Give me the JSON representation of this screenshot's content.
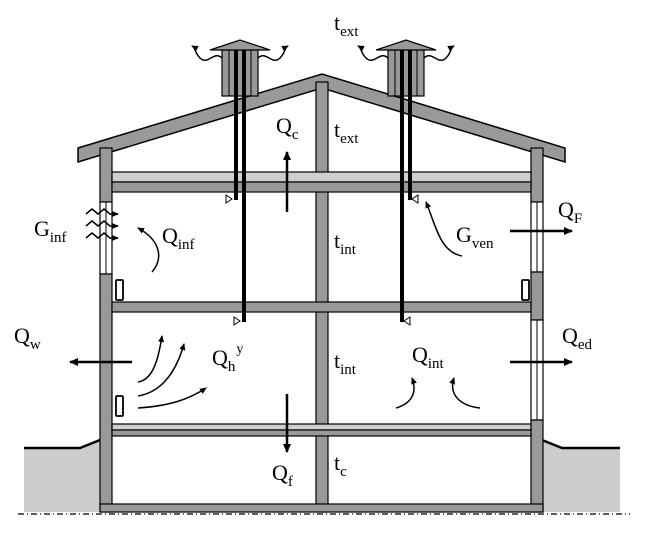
{
  "labels": {
    "t_ext_top": {
      "main": "t",
      "sub": "ext"
    },
    "t_ext_attic": {
      "main": "t",
      "sub": "ext"
    },
    "t_int_upper": {
      "main": "t",
      "sub": "int"
    },
    "t_int_lower": {
      "main": "t",
      "sub": "int"
    },
    "t_c": {
      "main": "t",
      "sub": "c"
    },
    "Q_c": {
      "main": "Q",
      "sub": "c"
    },
    "Q_F": {
      "main": "Q",
      "sub": "F"
    },
    "Q_ed": {
      "main": "Q",
      "sub": "ed"
    },
    "Q_w": {
      "main": "Q",
      "sub": "w"
    },
    "Q_f": {
      "main": "Q",
      "sub": "f"
    },
    "Q_inf": {
      "main": "Q",
      "sub": "inf"
    },
    "Q_int": {
      "main": "Q",
      "sub": "int"
    },
    "Q_h": {
      "main": "Q",
      "sub": "h",
      "sup": "y"
    },
    "G_inf": {
      "main": "G",
      "sub": "inf"
    },
    "G_ven": {
      "main": "G",
      "sub": "ven"
    }
  },
  "colors": {
    "wall": "#999999",
    "outline": "#000000",
    "ground": "#cccccc",
    "slab_light": "#cfcfcf",
    "background": "#ffffff"
  }
}
